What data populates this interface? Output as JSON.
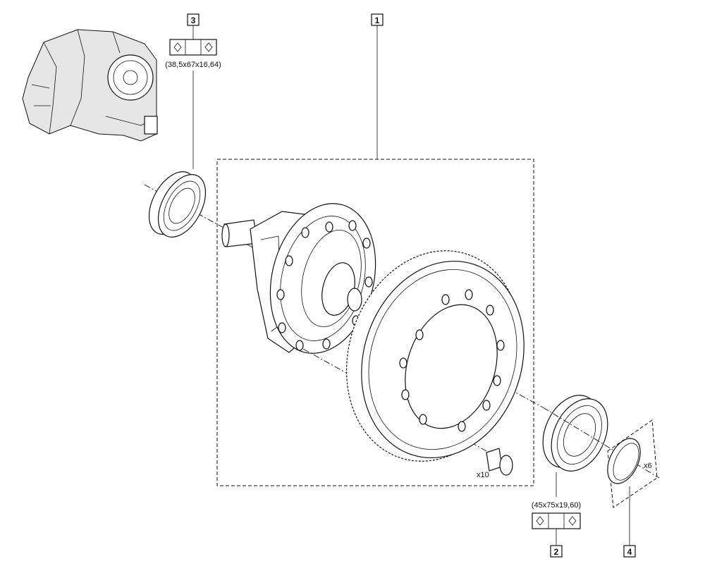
{
  "callouts": {
    "c1": "1",
    "c2": "2",
    "c3": "3",
    "c4": "4"
  },
  "dimensions": {
    "bearing_3": "(38,5x67x16,64)",
    "bearing_2": "(45x75x19,60)"
  },
  "quantities": {
    "bolts": "x10",
    "shims": "x6"
  },
  "icons": {
    "tolerance_box": "diamond-tolerance-symbol",
    "thumbnail": "gearbox-thumbnail-icon"
  }
}
